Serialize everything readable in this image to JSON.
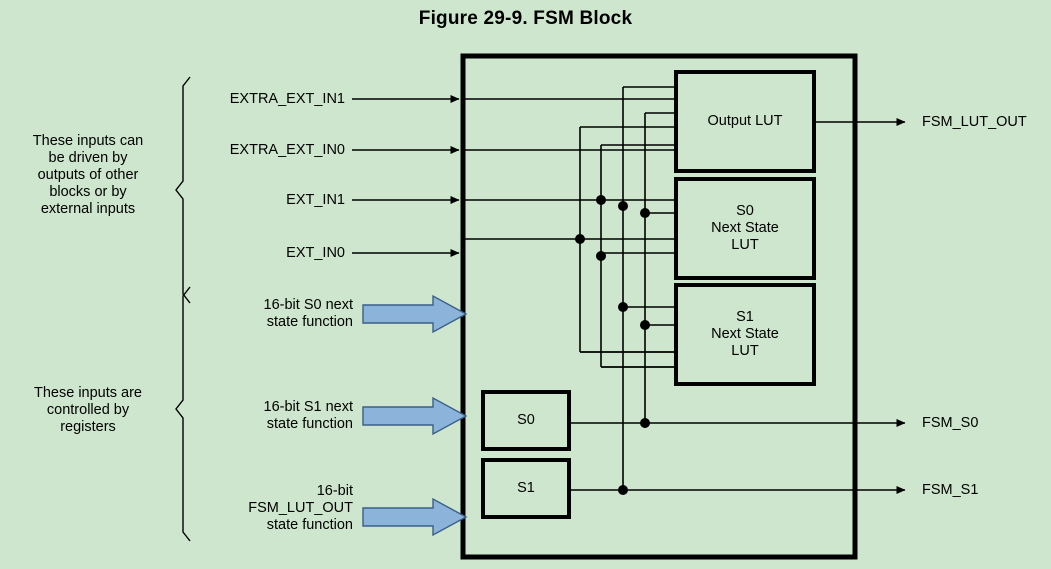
{
  "figure": {
    "title": "Figure 29-9. FSM Block"
  },
  "colors": {
    "background": "#cde6cd",
    "line": "#000000",
    "arrow_fill": "#8cb3d9",
    "arrow_stroke": "#3a5f8a",
    "box_fill": "#cde6cd"
  },
  "annotations": {
    "upper_brace_note": "These inputs can\nbe driven by\noutputs of other\nblocks or by\nexternal inputs",
    "lower_brace_note": "These inputs are\ncontrolled by\nregisters"
  },
  "external_inputs": [
    {
      "label": "EXTRA_EXT_IN1"
    },
    {
      "label": "EXTRA_EXT_IN0"
    },
    {
      "label": "EXT_IN1"
    },
    {
      "label": "EXT_IN0"
    }
  ],
  "register_inputs": [
    {
      "label": "16-bit S0 next\nstate function"
    },
    {
      "label": "16-bit S1 next\nstate function"
    },
    {
      "label": "16-bit\nFSM_LUT_OUT\nstate function"
    }
  ],
  "luts": [
    {
      "label": "Output LUT"
    },
    {
      "label": "S0\nNext State\nLUT"
    },
    {
      "label": "S1\nNext State\nLUT"
    }
  ],
  "registers": [
    {
      "label": "S0"
    },
    {
      "label": "S1"
    }
  ],
  "outputs": [
    {
      "label": "FSM_LUT_OUT"
    },
    {
      "label": "FSM_S0"
    },
    {
      "label": "FSM_S1"
    }
  ]
}
